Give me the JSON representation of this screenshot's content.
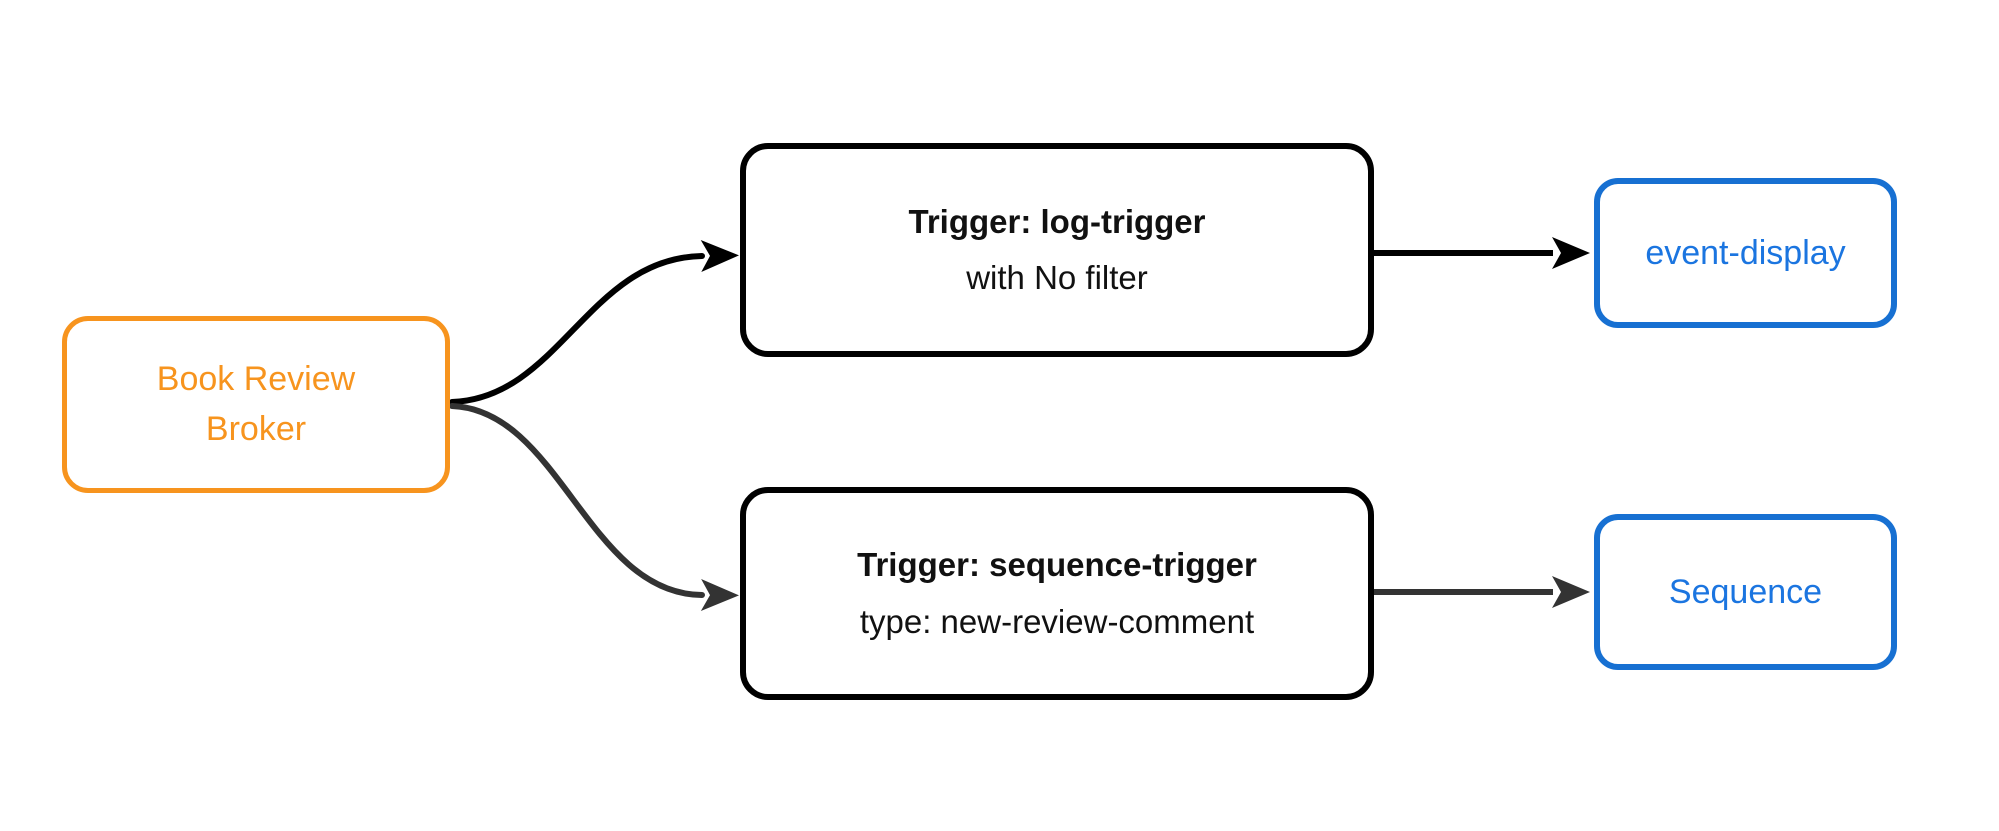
{
  "diagram": {
    "nodes": {
      "broker": {
        "line1": "Book Review",
        "line2": "Broker",
        "border_color": "#F7941E",
        "text_color": "#F7941E"
      },
      "log_trigger": {
        "title": "Trigger: log-trigger",
        "subtitle": "with No filter",
        "border_color": "#000000",
        "text_color": "#111111"
      },
      "sequence_trigger": {
        "title": "Trigger: sequence-trigger",
        "subtitle": "type: new-review-comment",
        "border_color": "#000000",
        "text_color": "#111111"
      },
      "event_display": {
        "label": "event-display",
        "border_color": "#1770D2",
        "text_color": "#1B75E0"
      },
      "sequence": {
        "label": "Sequence",
        "border_color": "#1770D2",
        "text_color": "#1B75E0"
      }
    },
    "edges": [
      {
        "from": "broker",
        "to": "log_trigger",
        "color": "#000000"
      },
      {
        "from": "broker",
        "to": "sequence_trigger",
        "color": "#333333"
      },
      {
        "from": "log_trigger",
        "to": "event_display",
        "color": "#000000"
      },
      {
        "from": "sequence_trigger",
        "to": "sequence",
        "color": "#333333"
      }
    ],
    "background": "#FFFFFF"
  }
}
